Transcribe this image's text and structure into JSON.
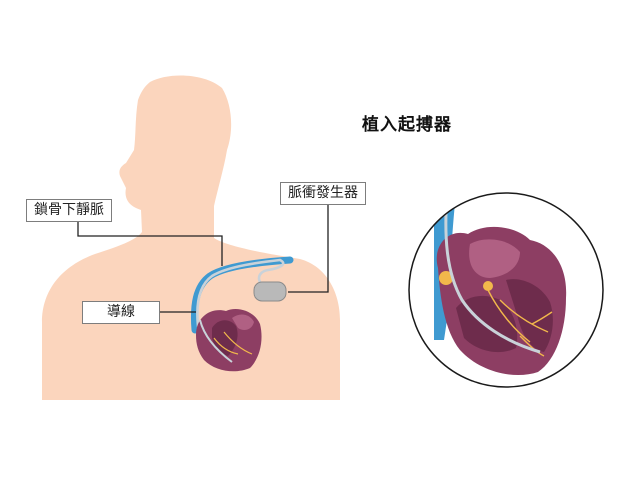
{
  "title": "植入起搏器",
  "labels": {
    "subclavian_vein": "鎖骨下靜脈",
    "pulse_generator": "脈衝發生器",
    "lead": "導線"
  },
  "colors": {
    "skin": "#fbd5bd",
    "heart": "#8d3e63",
    "vein": "#3f9ad1",
    "lead_wire": "#c9d2d9"
  }
}
